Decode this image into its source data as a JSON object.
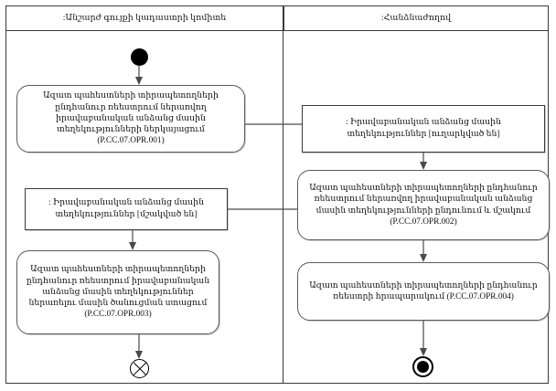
{
  "diagram": {
    "type": "uml-activity-diagram",
    "title_visible": false,
    "swimlanes": [
      {
        "id": "left",
        "label": ":Անշարժ գույքի կադաստրի կոմիտե"
      },
      {
        "id": "right",
        "label": ":Հանձնաժողով"
      }
    ],
    "nodes": {
      "initial": {
        "kind": "initial-node",
        "lane": "left"
      },
      "action_001": {
        "kind": "action",
        "lane": "left",
        "text": "Ազատ պահեստների տիրապետողների ընդհանուր ռեեստրում ներառվող  իրավաբանական անձանց մասին տեղեկությունների ներկայացում (P.CC.07.OPR.001)",
        "code": "P.CC.07.OPR.001"
      },
      "object_sent": {
        "kind": "object-node",
        "lane": "right",
        "text": ": Իրավաբանական անձանց մասին տեղեկություններ [ուղարկված են]",
        "state": "[ուղարկված են]"
      },
      "action_002": {
        "kind": "action",
        "lane": "right",
        "text": "Ազատ պահեստների տիրապետողների ընդհանուր ռեեստրում ներառվող  իրավաբանական անձանց մասին տեղեկությունների ընդունում և մշակում (P.CC.07.OPR.002)",
        "code": "P.CC.07.OPR.002"
      },
      "object_processed": {
        "kind": "object-node",
        "lane": "left",
        "text": ": Իրավաբանական անձանց մասին տեղեկություններ [մշակված են]",
        "state": "[մշակված են]"
      },
      "action_003": {
        "kind": "action",
        "lane": "left",
        "text": "Ազատ պահեստների տիրապետողների ընդհանուր ռեեստրում իրավաբանական անձանց մասին տեղեկություններ ներառելու մասին ծանուցման ստացում (P.CC.07.OPR.003)",
        "code": "P.CC.07.OPR.003"
      },
      "action_004": {
        "kind": "action",
        "lane": "right",
        "text": "Ազատ պահեստների տիրապետողների ընդհանուր ռեեստրի հրապարակում (P.CC.07.OPR.004)",
        "code": "P.CC.07.OPR.004"
      },
      "flow_final": {
        "kind": "flow-final-node",
        "lane": "left"
      },
      "activity_final": {
        "kind": "activity-final-node",
        "lane": "right"
      }
    },
    "edges": [
      {
        "from": "initial",
        "to": "action_001"
      },
      {
        "from": "action_001",
        "to": "object_sent"
      },
      {
        "from": "object_sent",
        "to": "action_002"
      },
      {
        "from": "action_002",
        "to": "object_processed"
      },
      {
        "from": "action_002",
        "to": "action_004"
      },
      {
        "from": "object_processed",
        "to": "action_003"
      },
      {
        "from": "action_003",
        "to": "flow_final"
      },
      {
        "from": "action_004",
        "to": "activity_final"
      }
    ],
    "colors": {
      "frame_stroke": "#3a3a3a",
      "node_stroke": "#5a5a5a",
      "edge_stroke": "#4a4a4a",
      "background": "#ffffff",
      "control_node_fill": "#000000"
    }
  }
}
